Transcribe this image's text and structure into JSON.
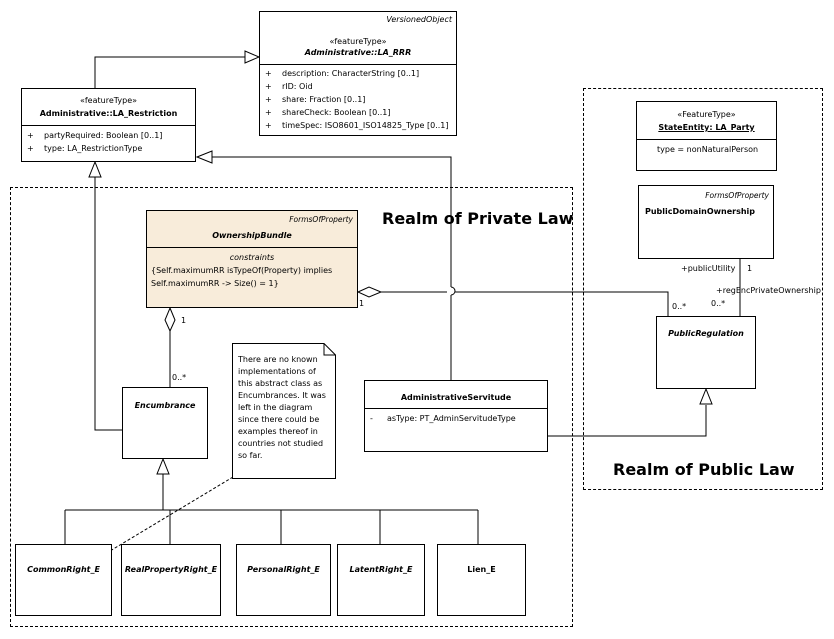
{
  "realms": {
    "private": "Realm of Private Law",
    "public": "Realm of Public Law"
  },
  "la_rrr": {
    "parent": "VersionedObject",
    "stereotype": "«featureType»",
    "name": "Administrative::LA_RRR",
    "attributes": [
      {
        "vis": "+",
        "text": "description: CharacterString [0..1]"
      },
      {
        "vis": "+",
        "text": "rID: Oid"
      },
      {
        "vis": "+",
        "text": "share: Fraction [0..1]"
      },
      {
        "vis": "+",
        "text": "shareCheck: Boolean [0..1]"
      },
      {
        "vis": "+",
        "text": "timeSpec: ISO8601_ISO14825_Type [0..1]"
      }
    ]
  },
  "la_restriction": {
    "stereotype": "«featureType»",
    "name": "Administrative::LA_Restriction",
    "attributes": [
      {
        "vis": "+",
        "text": "partyRequired: Boolean [0..1]"
      },
      {
        "vis": "+",
        "text": "type: LA_RestrictionType"
      }
    ]
  },
  "la_party": {
    "stereotype": "«FeatureType»",
    "name": "StateEntity: LA_Party",
    "attribute": "type = nonNaturalPerson"
  },
  "public_domain": {
    "parent": "FormsOfProperty",
    "name": "PublicDomainOwnership"
  },
  "ownership_bundle": {
    "parent": "FormsOfProperty",
    "name": "OwnershipBundle",
    "constraints_label": "constraints",
    "constraint_line1": "{Self.maximumRR isTypeOf(Property) implies",
    "constraint_line2": "Self.maximumRR -> Size() = 1}"
  },
  "public_regulation": {
    "name": "PublicRegulation"
  },
  "encumbrance": {
    "name": "Encumbrance"
  },
  "admin_servitude": {
    "name": "AdministrativeServitude",
    "attribute_vis": "-",
    "attribute": "asType: PT_AdminServitudeType"
  },
  "note": {
    "lines": [
      "There are no known",
      "implementations of",
      "this abstract class as",
      "Encumbrances. It was",
      "left in the diagram",
      "since there could be",
      "examples thereof in",
      "countries not studied",
      "so far."
    ]
  },
  "subclasses": [
    {
      "name": "CommonRight_E",
      "italic": true
    },
    {
      "name": "RealPropertyRight_E",
      "italic": true
    },
    {
      "name": "PersonalRight_E",
      "italic": true
    },
    {
      "name": "LatentRight_E",
      "italic": true
    },
    {
      "name": "Lien_E",
      "italic": false
    }
  ],
  "multiplicities": {
    "ob_enc_top": "1",
    "ob_enc_bottom": "0..*",
    "ob_pr_left": "1",
    "ob_pr_right": "0..*",
    "pdo_role": "+publicUtility",
    "pdo_mult": "1",
    "pr_role": "+regEncPrivateOwnership",
    "pr_mult": "0..*"
  }
}
